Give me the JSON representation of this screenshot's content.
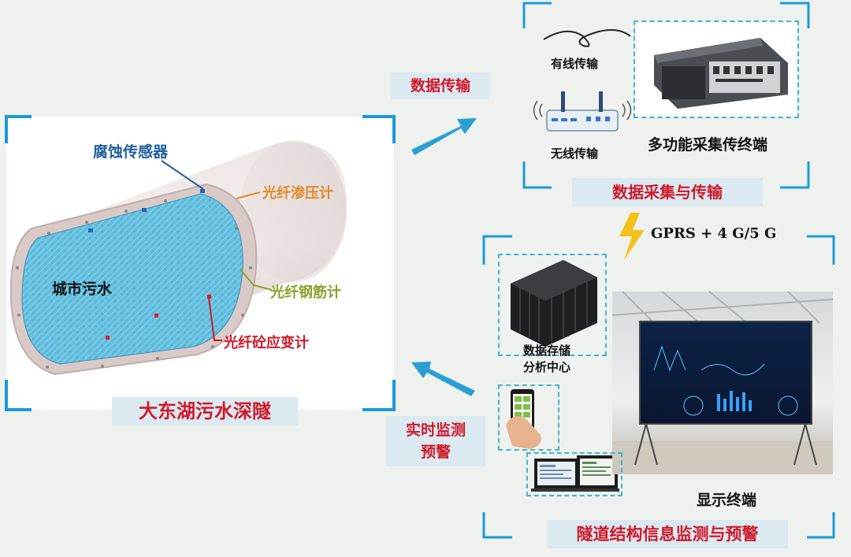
{
  "tunnel": {
    "caption": "大东湖污水深隧",
    "inner_label": "城市污水",
    "sensor_corrosion": "腐蚀传感器",
    "sensor_osmotic": "光纤渗压计",
    "sensor_rebar": "光纤钢筋计",
    "sensor_strain": "光纤砼应变计"
  },
  "flow": {
    "data_transfer": "数据传输",
    "realtime_line1": "实时监测",
    "realtime_line2": "预警",
    "network": "GPRS + 4 G/5 G"
  },
  "acquisition": {
    "wired": "有线传输",
    "wireless": "无线传输",
    "terminal": "多功能采集传终端",
    "caption": "数据采集与传输"
  },
  "monitoring": {
    "storage_line1": "数据存储",
    "storage_line2": "分析中心",
    "display_terminal": "显示终端",
    "caption": "隧道结构信息监测与预警"
  },
  "colors": {
    "frame": "#1b9ad6",
    "red_text": "#d0182a",
    "blue_text": "#1f5f9e",
    "orange_text": "#e08a2e",
    "green_text": "#8aa22c",
    "water": "#5bb8d8"
  }
}
